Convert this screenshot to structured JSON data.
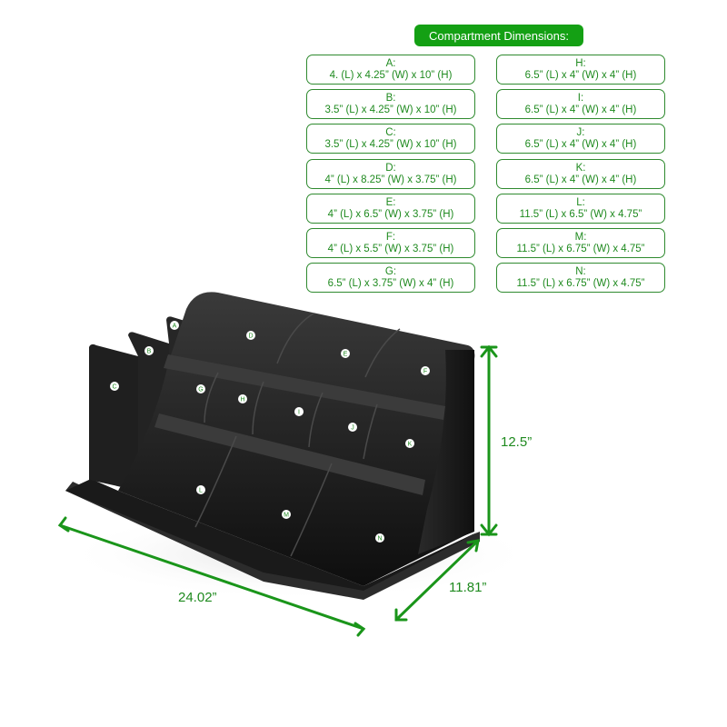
{
  "header": {
    "title": "Compartment Dimensions:"
  },
  "compartments_left": [
    {
      "label": "A:",
      "dims": "4. (L) x 4.25” (W) x 10” (H)"
    },
    {
      "label": "B:",
      "dims": "3.5” (L) x 4.25” (W) x 10” (H)"
    },
    {
      "label": "C:",
      "dims": "3.5” (L) x 4.25” (W) x 10” (H)"
    },
    {
      "label": "D:",
      "dims": "4” (L) x 8.25” (W) x 3.75” (H)"
    },
    {
      "label": "E:",
      "dims": "4” (L) x 6.5” (W) x 3.75” (H)"
    },
    {
      "label": "F:",
      "dims": "4” (L) x 5.5” (W) x 3.75” (H)"
    },
    {
      "label": "G:",
      "dims": "6.5” (L) x 3.75” (W) x 4” (H)"
    }
  ],
  "compartments_right": [
    {
      "label": "H:",
      "dims": "6.5” (L) x 4” (W) x 4” (H)"
    },
    {
      "label": "I:",
      "dims": "6.5” (L) x 4” (W) x 4” (H)"
    },
    {
      "label": "J:",
      "dims": "6.5” (L) x 4” (W) x 4” (H)"
    },
    {
      "label": "K:",
      "dims": "6.5” (L) x 4” (W) x 4” (H)"
    },
    {
      "label": "L:",
      "dims": "11.5” (L) x 6.5” (W) x 4.75”"
    },
    {
      "label": "M:",
      "dims": "11.5” (L) x 6.75” (W) x 4.75”"
    },
    {
      "label": "N:",
      "dims": "11.5” (L) x 6.75” (W) x 4.75”"
    }
  ],
  "product": {
    "compartment_markers": [
      "A",
      "B",
      "C",
      "D",
      "E",
      "F",
      "G",
      "H",
      "I",
      "J",
      "K",
      "L",
      "M",
      "N"
    ],
    "overall_dimensions": {
      "height": "12.5”",
      "depth": "11.81”",
      "length": "24.02”"
    }
  },
  "colors": {
    "accent_green": "#14a014",
    "text_green": "#1f8a1f",
    "product_black": "#1c1c1c"
  }
}
